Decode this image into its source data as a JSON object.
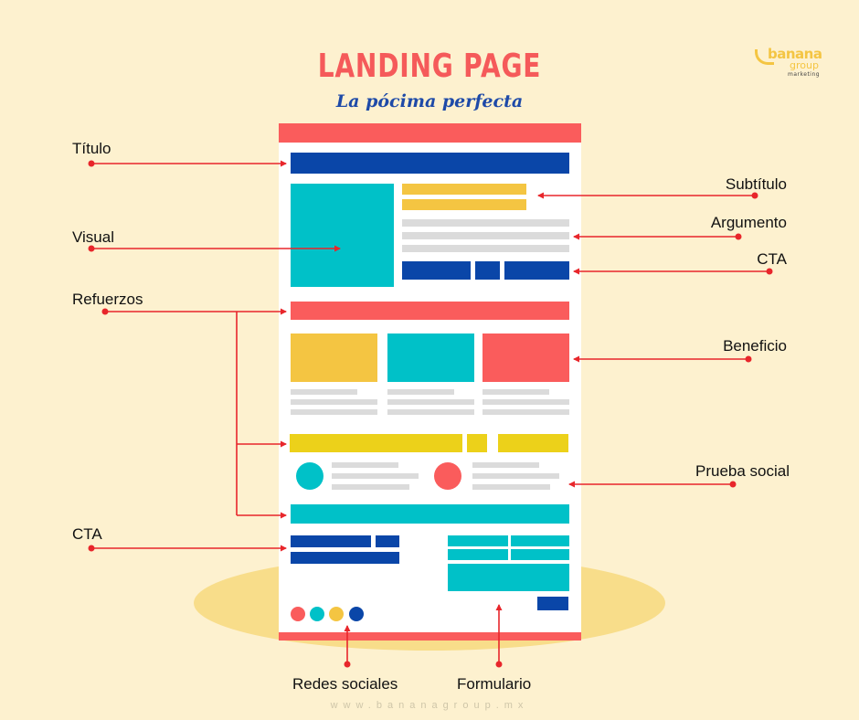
{
  "header": {
    "title": "LANDING PAGE",
    "subtitle": "La pócima perfecta"
  },
  "logo": {
    "word": "banana",
    "group": "group",
    "tagline": "marketing"
  },
  "labels_left": {
    "titulo": "Título",
    "visual": "Visual",
    "refuerzos": "Refuerzos",
    "cta": "CTA"
  },
  "labels_right": {
    "subtitulo": "Subtítulo",
    "argumento": "Argumento",
    "cta": "CTA",
    "beneficio": "Beneficio",
    "prueba_social": "Prueba social"
  },
  "labels_bottom": {
    "redes_sociales": "Redes sociales",
    "formulario": "Formulario"
  },
  "footer": {
    "url": "www.bananagroup.mx"
  },
  "colors": {
    "background": "#fdf1cf",
    "ellipse": "#f8dd8a",
    "red": "#fa5c5c",
    "blue": "#0a46a8",
    "teal": "#00c1c8",
    "yellow": "#f4c542",
    "gold": "#ecd11a",
    "gray": "#dbdbdb",
    "arrow": "#e8262b"
  }
}
